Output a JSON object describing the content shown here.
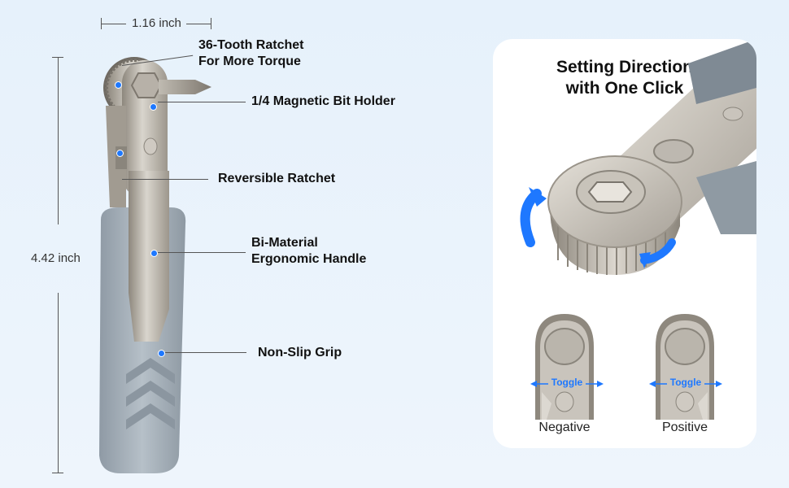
{
  "dimensions": {
    "width_label": "1.16 inch",
    "height_label": "4.42 inch"
  },
  "callouts": {
    "ratchet_line1": "36-Tooth Ratchet",
    "ratchet_line2": "For More Torque",
    "bit_holder": "1/4 Magnetic Bit Holder",
    "reversible": "Reversible Ratchet",
    "handle_line1": "Bi-Material",
    "handle_line2": "Ergonomic Handle",
    "grip": "Non-Slip Grip"
  },
  "panel": {
    "title_line1": "Setting Direction",
    "title_line2": "with One Click",
    "negative": {
      "label": "Negative",
      "toggle": "Toggle"
    },
    "positive": {
      "label": "Positive",
      "toggle": "Toggle"
    }
  },
  "colors": {
    "accent": "#1e78ff",
    "handle_grey": "#a8b3bd",
    "steel": "#b9b4ac"
  }
}
